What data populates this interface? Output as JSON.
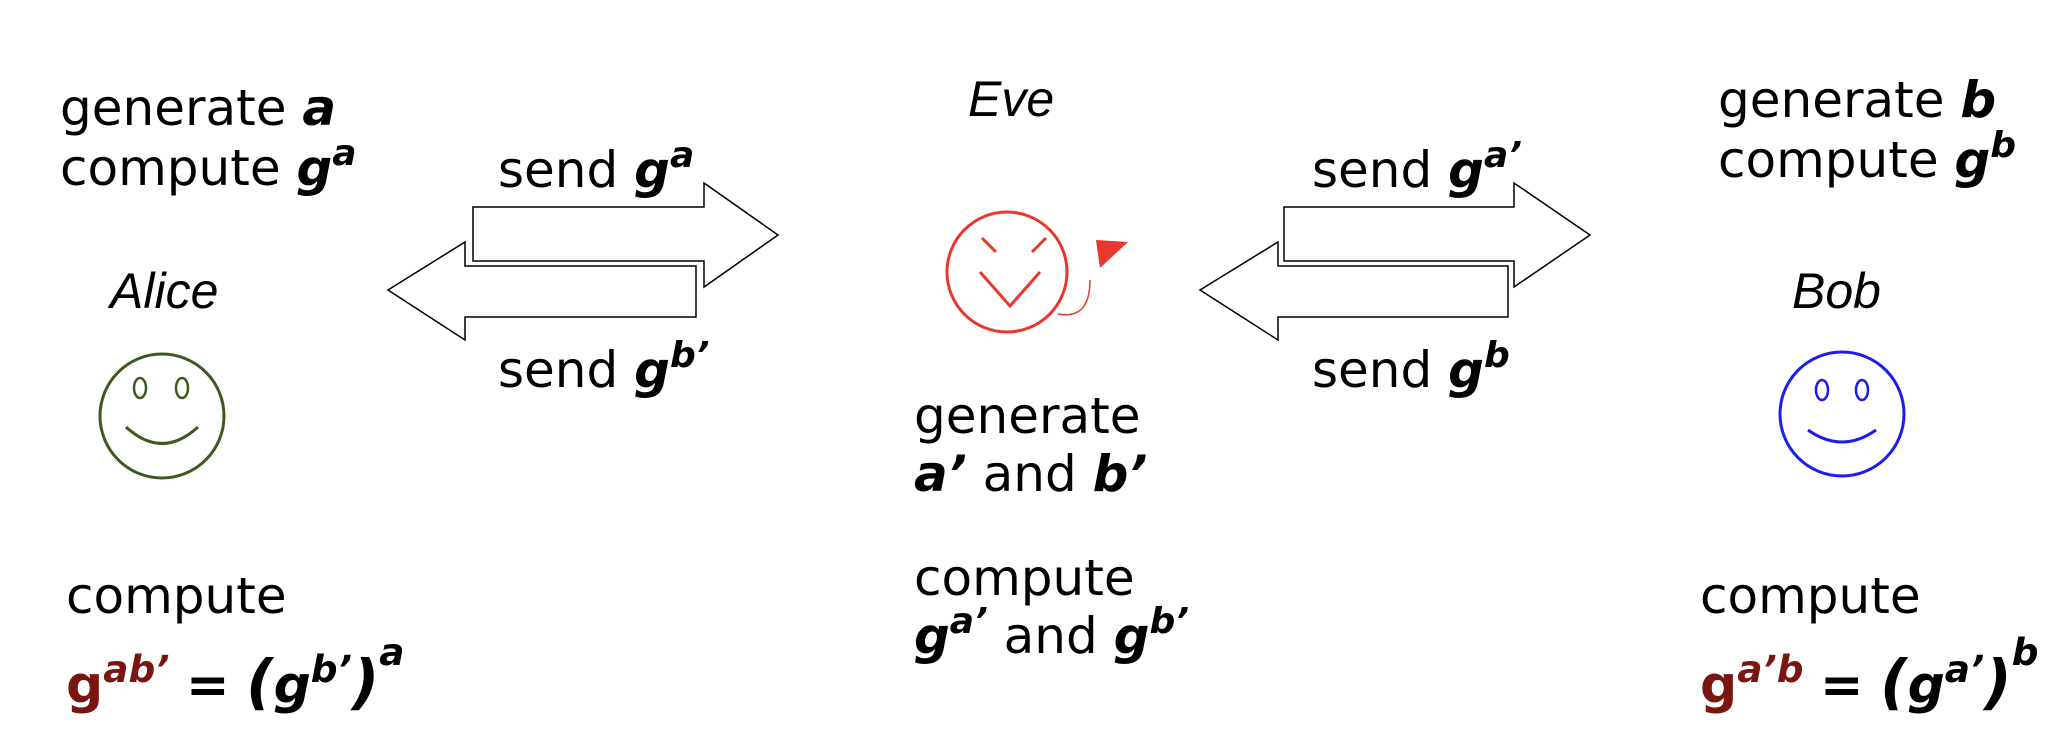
{
  "alice": {
    "label": "Alice",
    "generate_word": "generate",
    "generate_var": "a",
    "compute_word": "compute",
    "compute_base": "g",
    "compute_exp": "a",
    "final_word": "compute",
    "final_lhs_base": "g",
    "final_lhs_exp": "ab’",
    "final_eq": "=",
    "final_open": "(",
    "final_inner_base": "g",
    "final_inner_exp": "b’",
    "final_close": ")",
    "final_outer_exp": "a",
    "face_color": "#3d5a1e"
  },
  "bob": {
    "label": "Bob",
    "generate_word": "generate",
    "generate_var": "b",
    "compute_word": "compute",
    "compute_base": "g",
    "compute_exp": "b",
    "final_word": "compute",
    "final_lhs_base": "g",
    "final_lhs_exp": "a’b",
    "final_eq": "=",
    "final_open": "(",
    "final_inner_base": "g",
    "final_inner_exp": "a’",
    "final_close": ")",
    "final_outer_exp": "b",
    "face_color": "#1c1cf0"
  },
  "eve": {
    "label": "Eve",
    "generate_word": "generate",
    "var_a": "a’",
    "and_word": "and",
    "var_b": "b’",
    "compute_word": "compute",
    "base1": "g",
    "exp1": "a’",
    "base2": "g",
    "exp2": "b’",
    "face_color": "#e8372c"
  },
  "arrows": {
    "left_top_word": "send",
    "left_top_base": "g",
    "left_top_exp": "a",
    "left_bottom_word": "send",
    "left_bottom_base": "g",
    "left_bottom_exp": "b’",
    "right_top_word": "send",
    "right_top_base": "g",
    "right_top_exp": "a’",
    "right_bottom_word": "send",
    "right_bottom_base": "g",
    "right_bottom_exp": "b"
  },
  "colors": {
    "result": "#7a1610",
    "arrow_stroke": "#000000"
  }
}
